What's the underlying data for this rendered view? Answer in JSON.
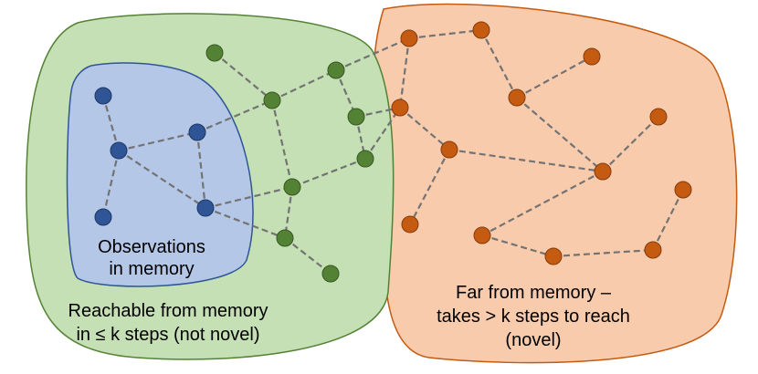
{
  "labels": {
    "memory_line1": "Observations",
    "memory_line2": "in memory",
    "reachable_line1": "Reachable from memory",
    "reachable_line2": "in ≤ k steps (not novel)",
    "far_line1": "Far from memory –",
    "far_line2": "takes > k steps to reach",
    "far_line3": "(novel)"
  },
  "colors": {
    "memory_fill": "#b4c7e7",
    "memory_stroke": "#2f5597",
    "memory_node": "#2f5597",
    "reachable_fill": "#c5e0b4",
    "reachable_stroke": "#548235",
    "reachable_node": "#548235",
    "far_fill": "#f8cbad",
    "far_stroke": "#c55a11",
    "far_node": "#c55a11",
    "edge": "#737373"
  },
  "graph": {
    "node_groups": [
      {
        "group": "memory",
        "count": 5
      },
      {
        "group": "reachable",
        "count": 8
      },
      {
        "group": "far",
        "count": 13
      }
    ],
    "edge_style": "dashed"
  }
}
